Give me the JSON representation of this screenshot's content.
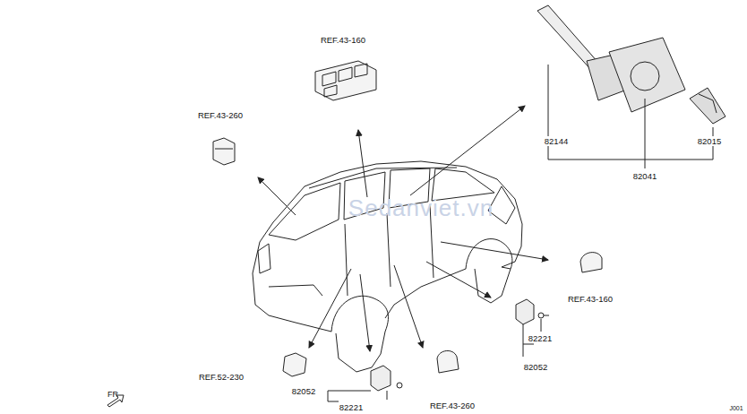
{
  "diagram": {
    "labels": [
      "REF.43-160",
      "REF.43-260",
      "82144",
      "82015",
      "82041",
      "REF.43-160",
      "82221",
      "82052",
      "REF.52-230",
      "82052",
      "82221",
      "REF.43-260",
      "FR",
      "Sedanviet.vn",
      "J001"
    ]
  }
}
